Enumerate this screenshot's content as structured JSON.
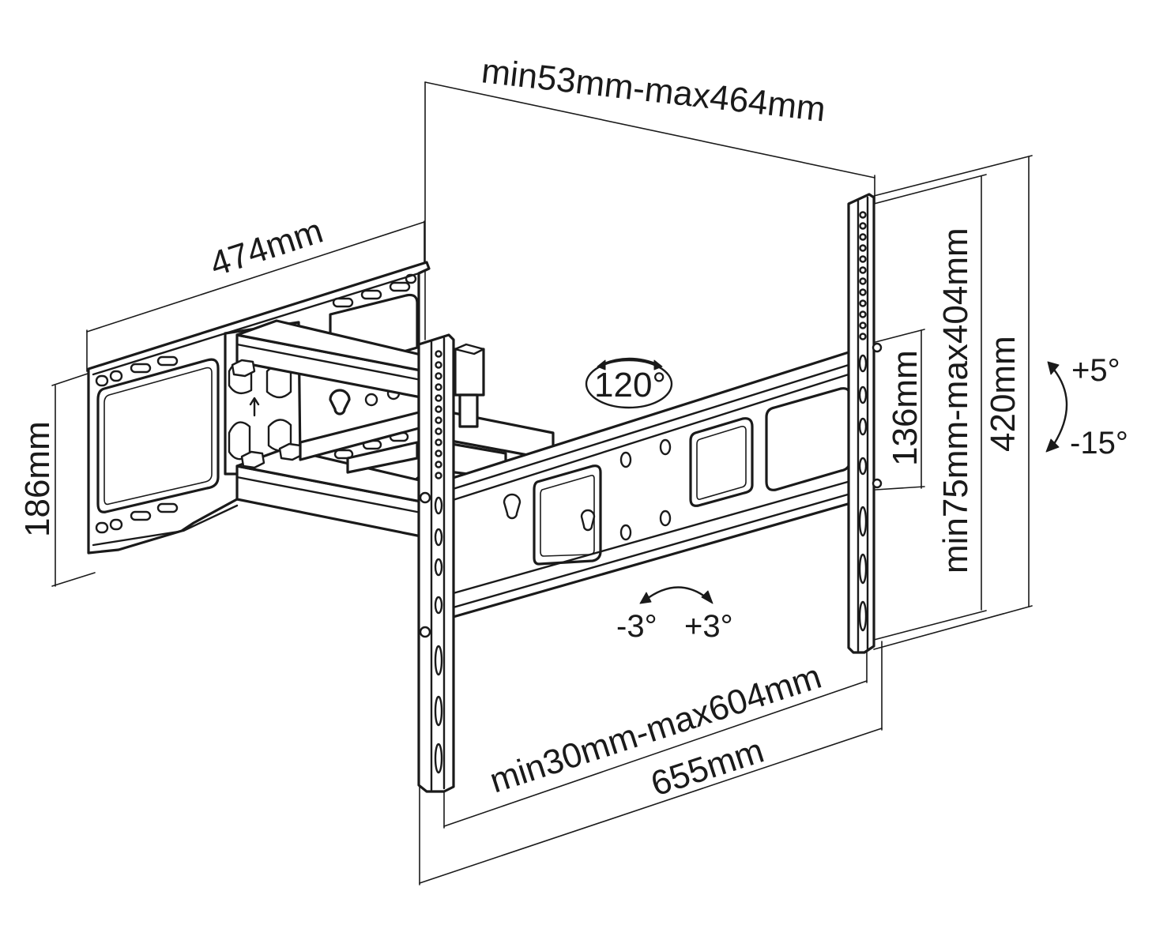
{
  "dimensions": {
    "arm_extension": "min53mm-max464mm",
    "wall_plate_width": "474mm",
    "wall_plate_height": "186mm",
    "vesa_horizontal": "min30mm-max604mm",
    "overall_width": "655mm",
    "vesa_vertical": "min75mm-max404mm",
    "overall_height": "420mm",
    "arm_bracket_height": "136mm"
  },
  "angles": {
    "swivel": "120°",
    "tilt_up": "+5°",
    "tilt_down": "-15°",
    "level_left": "-3°",
    "level_right": "+3°"
  },
  "icons": [
    "arrow-up-icon",
    "curved-double-arrow-icon"
  ]
}
